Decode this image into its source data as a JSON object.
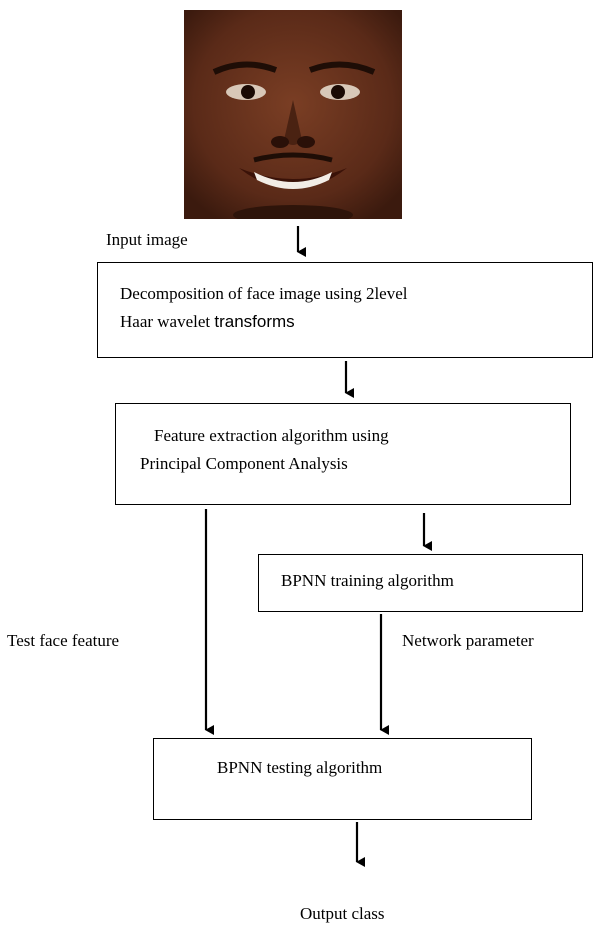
{
  "input_label": "Input image",
  "box_decomposition": {
    "line1": "Decomposition of face image using 2level",
    "line2_prefix": "Haar wavelet ",
    "line2_suffix": "transforms"
  },
  "box_feature": {
    "line1": "Feature extraction algorithm using",
    "line2": "Principal Component Analysis"
  },
  "box_training": "BPNN training algorithm",
  "label_test_feature": "Test face feature",
  "label_network_param": "Network parameter",
  "box_testing": "BPNN testing algorithm",
  "output_label": "Output class"
}
